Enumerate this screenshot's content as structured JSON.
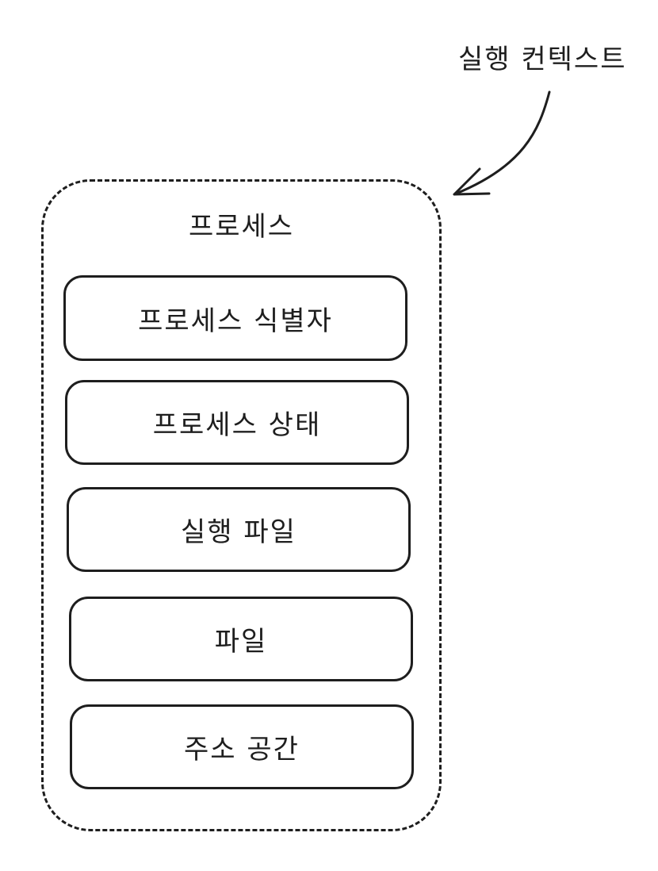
{
  "diagram": {
    "annotation_label": "실행 컨텍스트",
    "container_title": "프로세스",
    "items": [
      {
        "label": "프로세스 식별자"
      },
      {
        "label": "프로세스 상태"
      },
      {
        "label": "실행 파일"
      },
      {
        "label": "파일"
      },
      {
        "label": "주소 공간"
      }
    ],
    "colors": {
      "stroke": "#1e1e1e",
      "background": "#ffffff"
    }
  }
}
